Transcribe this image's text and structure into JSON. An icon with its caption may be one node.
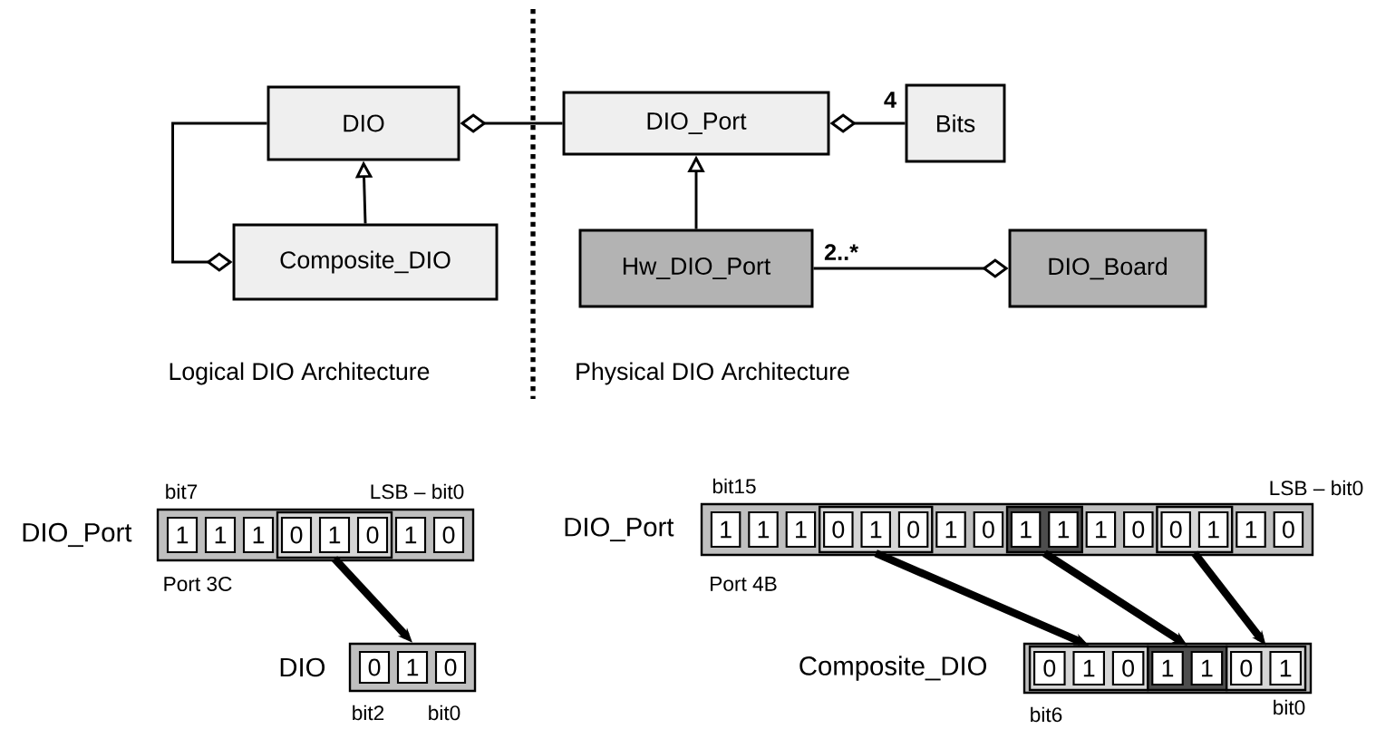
{
  "diagram": {
    "nodes": [
      {
        "text": [
          "DIO"
        ]
      },
      {
        "text": [
          "Composite_DIO"
        ]
      },
      {
        "text": [
          "DIO_Port"
        ]
      },
      {
        "text": [
          "Bits"
        ]
      },
      {
        "text": [
          "Hw_DIO_Port"
        ]
      },
      {
        "text": [
          "DIO_Board"
        ]
      },
      {
        "text": [
          "DIO_Port"
        ],
        "beside": [
          "bit7",
          "LSB – bit0",
          "Port 3C"
        ]
      },
      {
        "text": [
          "1"
        ],
        "in": 6
      },
      {
        "text": [
          "1"
        ],
        "in": 6
      },
      {
        "text": [
          "1"
        ],
        "in": 6
      },
      {
        "text": [],
        "shape": "box",
        "in": 6
      },
      {
        "text": [
          "0"
        ],
        "in": 10
      },
      {
        "text": [
          "1"
        ],
        "in": 10
      },
      {
        "text": [
          "0"
        ],
        "in": 10
      },
      {
        "text": [
          "1"
        ],
        "in": 6
      },
      {
        "text": [
          "0"
        ],
        "in": 6
      },
      {
        "text": [
          "DIO"
        ],
        "beside": [
          "bit2",
          "bit0"
        ]
      },
      {
        "text": [
          "0"
        ],
        "in": 16
      },
      {
        "text": [
          "1"
        ],
        "in": 16
      },
      {
        "text": [
          "0"
        ],
        "in": 16
      },
      {
        "text": [
          "DIO_Port"
        ],
        "beside": [
          "bit15",
          "LSB – bit0",
          "Port 4B"
        ]
      },
      {
        "text": [
          "1"
        ],
        "in": 20
      },
      {
        "text": [
          "1"
        ],
        "in": 20
      },
      {
        "text": [
          "1"
        ],
        "in": 20
      },
      {
        "text": [],
        "shape": "box",
        "in": 20
      },
      {
        "text": [
          "0"
        ],
        "in": 24
      },
      {
        "text": [
          "1"
        ],
        "in": 24
      },
      {
        "text": [
          "0"
        ],
        "in": 24
      },
      {
        "text": [
          "1"
        ],
        "in": 20
      },
      {
        "text": [
          "0"
        ],
        "in": 20
      },
      {
        "text": [],
        "shape": "box",
        "in": 20
      },
      {
        "text": [
          "1"
        ],
        "in": 30
      },
      {
        "text": [
          "1"
        ],
        "in": 30
      },
      {
        "text": [
          "1"
        ],
        "in": 20
      },
      {
        "text": [
          "0"
        ],
        "in": 20
      },
      {
        "text": [],
        "shape": "box",
        "in": 20
      },
      {
        "text": [
          "0"
        ],
        "in": 35
      },
      {
        "text": [
          "1"
        ],
        "in": 35
      },
      {
        "text": [
          "1"
        ],
        "in": 20
      },
      {
        "text": [
          "0"
        ],
        "in": 20
      },
      {
        "text": [
          "Composite_DIO"
        ],
        "beside": [
          "bit6",
          "bit0"
        ]
      },
      {
        "text": [],
        "shape": "box",
        "in": 40
      },
      {
        "text": [
          "0"
        ],
        "in": 41
      },
      {
        "text": [
          "1"
        ],
        "in": 41
      },
      {
        "text": [
          "0"
        ],
        "in": 41
      },
      {
        "text": [],
        "shape": "box",
        "in": 40
      },
      {
        "text": [
          "1"
        ],
        "in": 45
      },
      {
        "text": [
          "1"
        ],
        "in": 45
      },
      {
        "text": [],
        "shape": "box",
        "in": 40
      },
      {
        "text": [
          "0"
        ],
        "in": 48
      },
      {
        "text": [
          "1"
        ],
        "in": 48
      }
    ],
    "edges": [
      {
        "from": 1,
        "to": 0,
        "arrow": "to"
      },
      {
        "from": 0,
        "to": 1,
        "arrow": "other"
      },
      {
        "from": 2,
        "to": 0,
        "arrow": "other"
      },
      {
        "from": 3,
        "to": 2,
        "arrow": "other",
        "label": "4"
      },
      {
        "from": 4,
        "to": 2,
        "arrow": "to"
      },
      {
        "from": 4,
        "to": 5,
        "arrow": "other",
        "label": "2..*"
      },
      {
        "from": 10,
        "to": 16,
        "arrow": "to",
        "style": "thick"
      },
      {
        "from": 24,
        "to": 41,
        "arrow": "to",
        "style": "thick"
      },
      {
        "from": 30,
        "to": 45,
        "arrow": "to",
        "style": "thick"
      },
      {
        "from": 35,
        "to": 48,
        "arrow": "to",
        "style": "thick"
      }
    ],
    "labels": [
      "Logical DIO Architecture",
      "Physical DIO Architecture"
    ]
  }
}
